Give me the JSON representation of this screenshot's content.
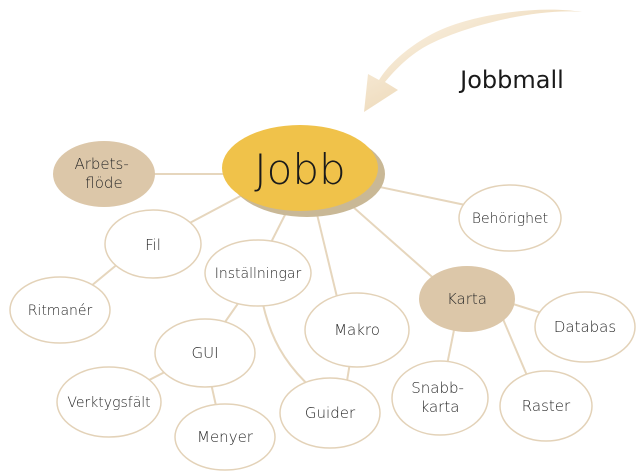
{
  "diagram": {
    "template_label": "Jobbmall",
    "main_node": "Jobb",
    "nodes": {
      "arbetsflode": [
        "Arbets-",
        "flöde"
      ],
      "fil": [
        "Fil"
      ],
      "behorighet": [
        "Behörighet"
      ],
      "ritmaner": [
        "Ritmanér"
      ],
      "installningar": [
        "Inställningar"
      ],
      "karta": [
        "Karta"
      ],
      "makro": [
        "Makro"
      ],
      "databas": [
        "Databas"
      ],
      "gui": [
        "GUI"
      ],
      "snabbkarta": [
        "Snabb-",
        "karta"
      ],
      "verktygsfalt": [
        "Verktygsfält"
      ],
      "guider": [
        "Guider"
      ],
      "raster": [
        "Raster"
      ],
      "menyer": [
        "Menyer"
      ]
    }
  },
  "colors": {
    "main_fill": "#f0c24a",
    "main_shadow": "#c9b896",
    "accent_fill": "#dcc7a9",
    "node_fill": "#ffffff",
    "node_stroke": "#e3d2b8",
    "edge": "#e6d6bd",
    "arrow_light": "#fbf2e2",
    "arrow_dark": "#e6cca3"
  }
}
